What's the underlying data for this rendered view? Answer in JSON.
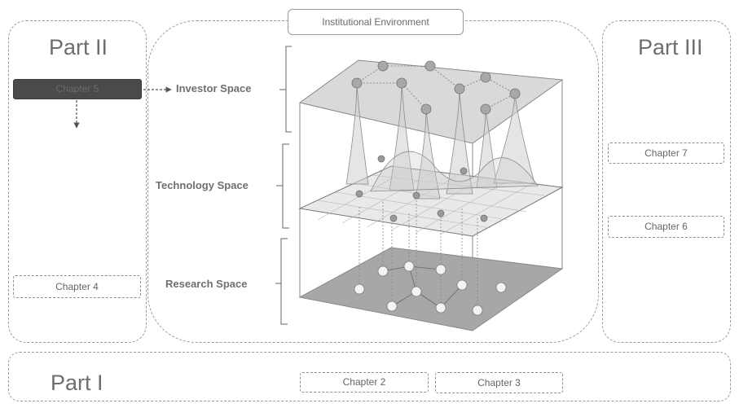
{
  "institutional": "Institutional Environment",
  "parts": {
    "part1": "Part I",
    "part2": "Part II",
    "part3": "Part III"
  },
  "chapters": {
    "ch2": "Chapter 2",
    "ch3": "Chapter 3",
    "ch4": "Chapter 4",
    "ch5": "Chapter 5",
    "ch6": "Chapter 6",
    "ch7": "Chapter 7"
  },
  "spaces": {
    "investor": "Investor Space",
    "technology": "Technology Space",
    "research": "Research Space"
  }
}
